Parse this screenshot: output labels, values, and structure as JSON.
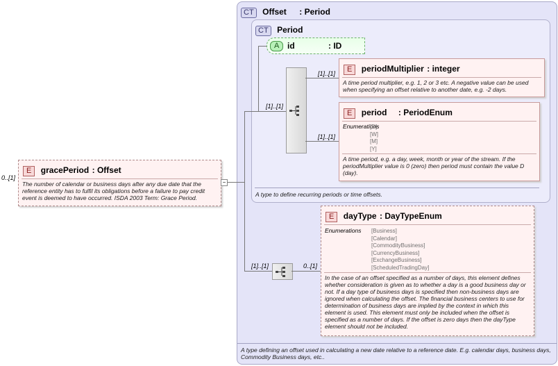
{
  "root": {
    "badge": "E",
    "name": "gracePeriod",
    "type": ": Offset",
    "cardinality": "0..[1]",
    "doc": "The number of calendar or business days after any due date that the reference entity has to fulfil its obligations before a failure to pay credit event is deemed to have occurred. ISDA 2003 Term: Grace Period."
  },
  "offset_type": {
    "badge": "CT",
    "name": "Offset",
    "base": ": Period",
    "doc": "A type defining an offset used in calculating a new date relative to a reference date. E.g. calendar days, business days, Commodity Business days, etc.."
  },
  "period_type": {
    "badge": "CT",
    "name": "Period",
    "doc": "A type to define recurring periods or time offsets.",
    "attribute": {
      "badge": "A",
      "name": "id",
      "type": ": ID"
    },
    "sequence_card": "[1]..[1]",
    "elements": [
      {
        "badge": "E",
        "name": "periodMultiplier",
        "type": ": integer",
        "cardinality": "[1]..[1]",
        "doc": "A time period multiplier, e.g. 1, 2 or 3 etc. A negative value can be used when specifying an offset relative to another date, e.g. -2 days."
      },
      {
        "badge": "E",
        "name": "period",
        "type": ": PeriodEnum",
        "cardinality": "[1]..[1]",
        "enum_label": "Enumerations",
        "enums": [
          "[D]",
          "[W]",
          "[M]",
          "[Y]"
        ],
        "doc": "A time period, e.g. a day, week, month or year of the stream. If the periodMultiplier value is 0 (zero) then period must contain the value D (day)."
      }
    ]
  },
  "daytype": {
    "badge": "E",
    "name": "dayType",
    "type": ": DayTypeEnum",
    "seq_card": "[1]..[1]",
    "cardinality": "0..[1]",
    "enum_label": "Enumerations",
    "enums": [
      "[Business]",
      "[Calendar]",
      "[CommodityBusiness]",
      "[CurrencyBusiness]",
      "[ExchangeBusiness]",
      "[ScheduledTradingDay]"
    ],
    "doc": "In the case of an offset specified as a number of days, this element defines whether consideration is given as to whether a day is a good business day or not. If a day type of business days is specified then non-business days are ignored when calculating the offset. The financial business centers to use for determination of business days are implied by the context in which this element is used. This element must only be included when the offset is specified as a number of days. If the offset is zero days then the dayType element should not be included."
  }
}
